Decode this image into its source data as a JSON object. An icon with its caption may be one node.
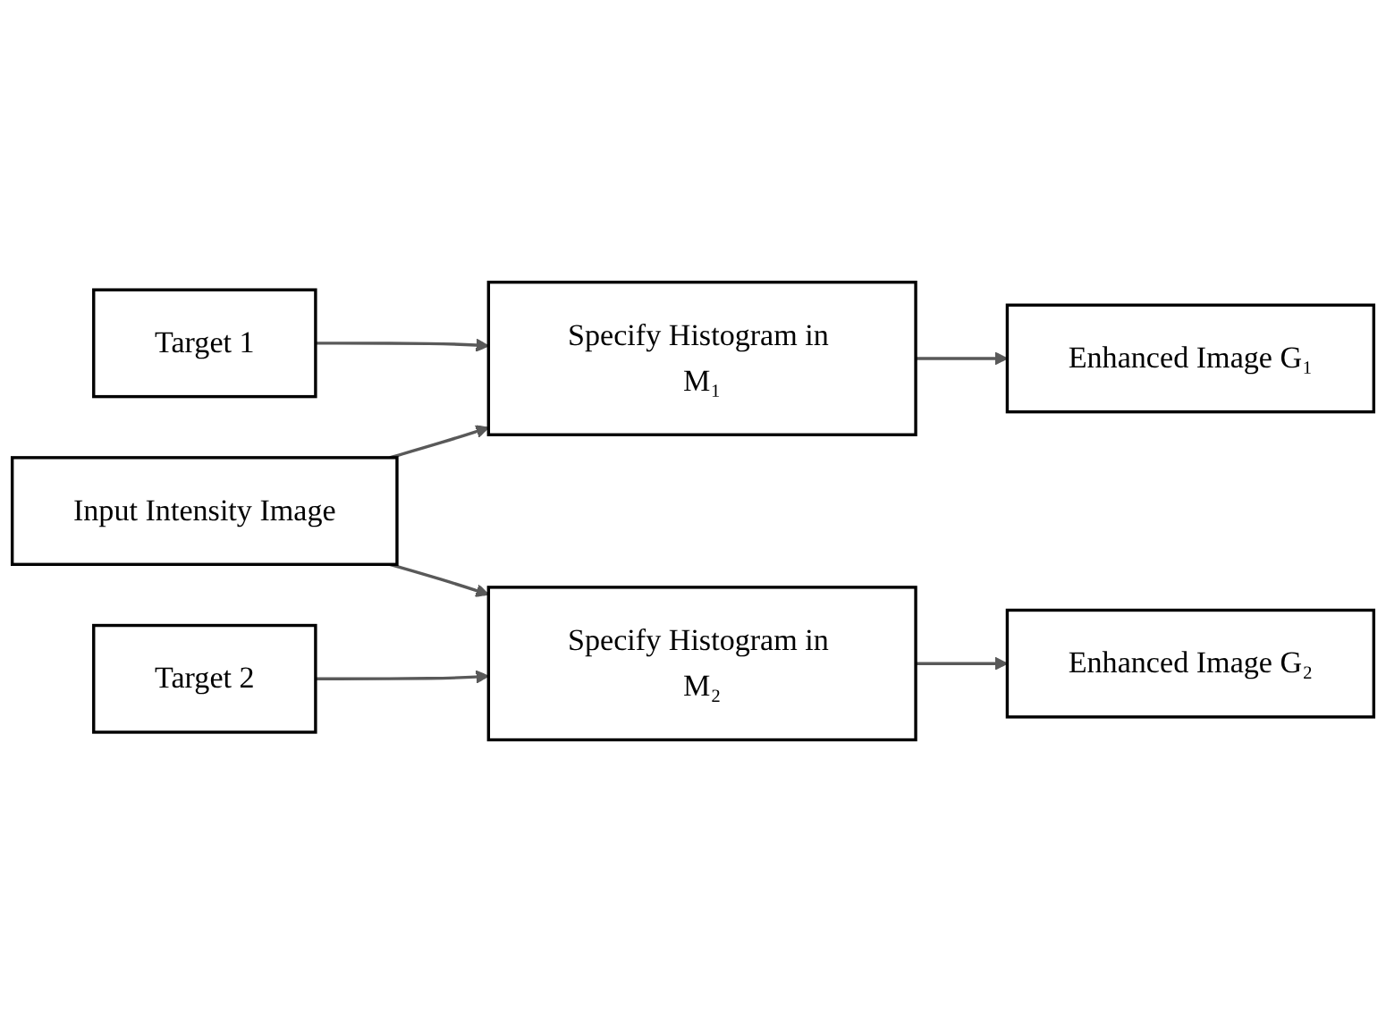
{
  "diagram": {
    "nodes": [
      {
        "text": [
          "Target 1"
        ]
      },
      {
        "text": [
          "Input Intensity Image"
        ]
      },
      {
        "text": [
          "Specify Histogram in M₁"
        ]
      },
      {
        "text": [
          "Enhanced Image G₁"
        ]
      },
      {
        "text": [
          "Specify Histogram in M₂"
        ]
      },
      {
        "text": [
          "Enhanced Image G₂"
        ]
      },
      {
        "text": [
          "Target 2"
        ]
      }
    ],
    "edges": [
      {
        "from": 0,
        "to": 2,
        "arrow": "to"
      },
      {
        "from": 1,
        "to": 2,
        "arrow": "to"
      },
      {
        "from": 2,
        "to": 3,
        "arrow": "to"
      },
      {
        "from": 1,
        "to": 4,
        "arrow": "to"
      },
      {
        "from": 4,
        "to": 5,
        "arrow": "to"
      },
      {
        "from": 6,
        "to": 4,
        "arrow": "to"
      }
    ]
  }
}
